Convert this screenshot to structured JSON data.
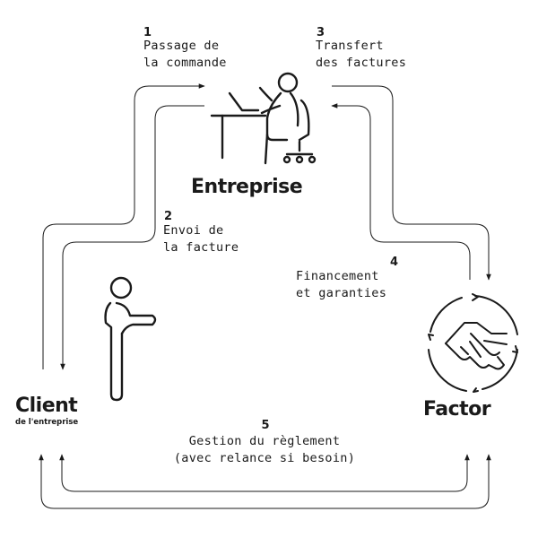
{
  "steps": [
    {
      "number": "1",
      "line1": "Passage de",
      "line2": "la commande"
    },
    {
      "number": "2",
      "line1": "Envoi de",
      "line2": "la facture"
    },
    {
      "number": "3",
      "line1": "Transfert",
      "line2": "des factures"
    },
    {
      "number": "4",
      "line1": "Financement",
      "line2": "et garanties"
    },
    {
      "number": "5",
      "line1": "Gestion du règlement",
      "line2": "(avec relance si besoin)"
    }
  ],
  "actors": {
    "entreprise": "Entreprise",
    "client": "Client",
    "client_sub": "de l'entreprise",
    "factor": "Factor"
  },
  "icons": [
    "person-at-desk-icon",
    "standing-person-icon",
    "handshake-icon"
  ],
  "colors": {
    "ink": "#1a1a1a",
    "background": "#ffffff"
  }
}
